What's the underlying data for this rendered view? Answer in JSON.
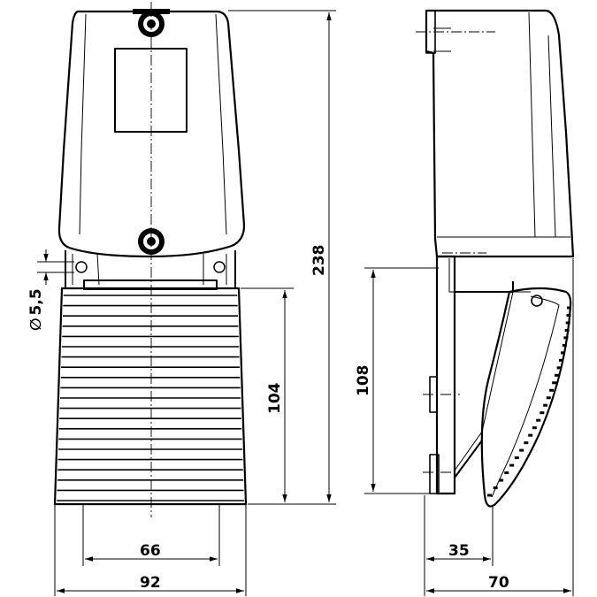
{
  "dimensions": {
    "height_total": "238",
    "pedal_height_front": "104",
    "pedal_height_side": "108",
    "hole_diameter": "5,5",
    "pedal_width": "66",
    "total_width": "92",
    "side_offset": "35",
    "total_depth": "70"
  },
  "symbols": {
    "diameter": "∅"
  }
}
